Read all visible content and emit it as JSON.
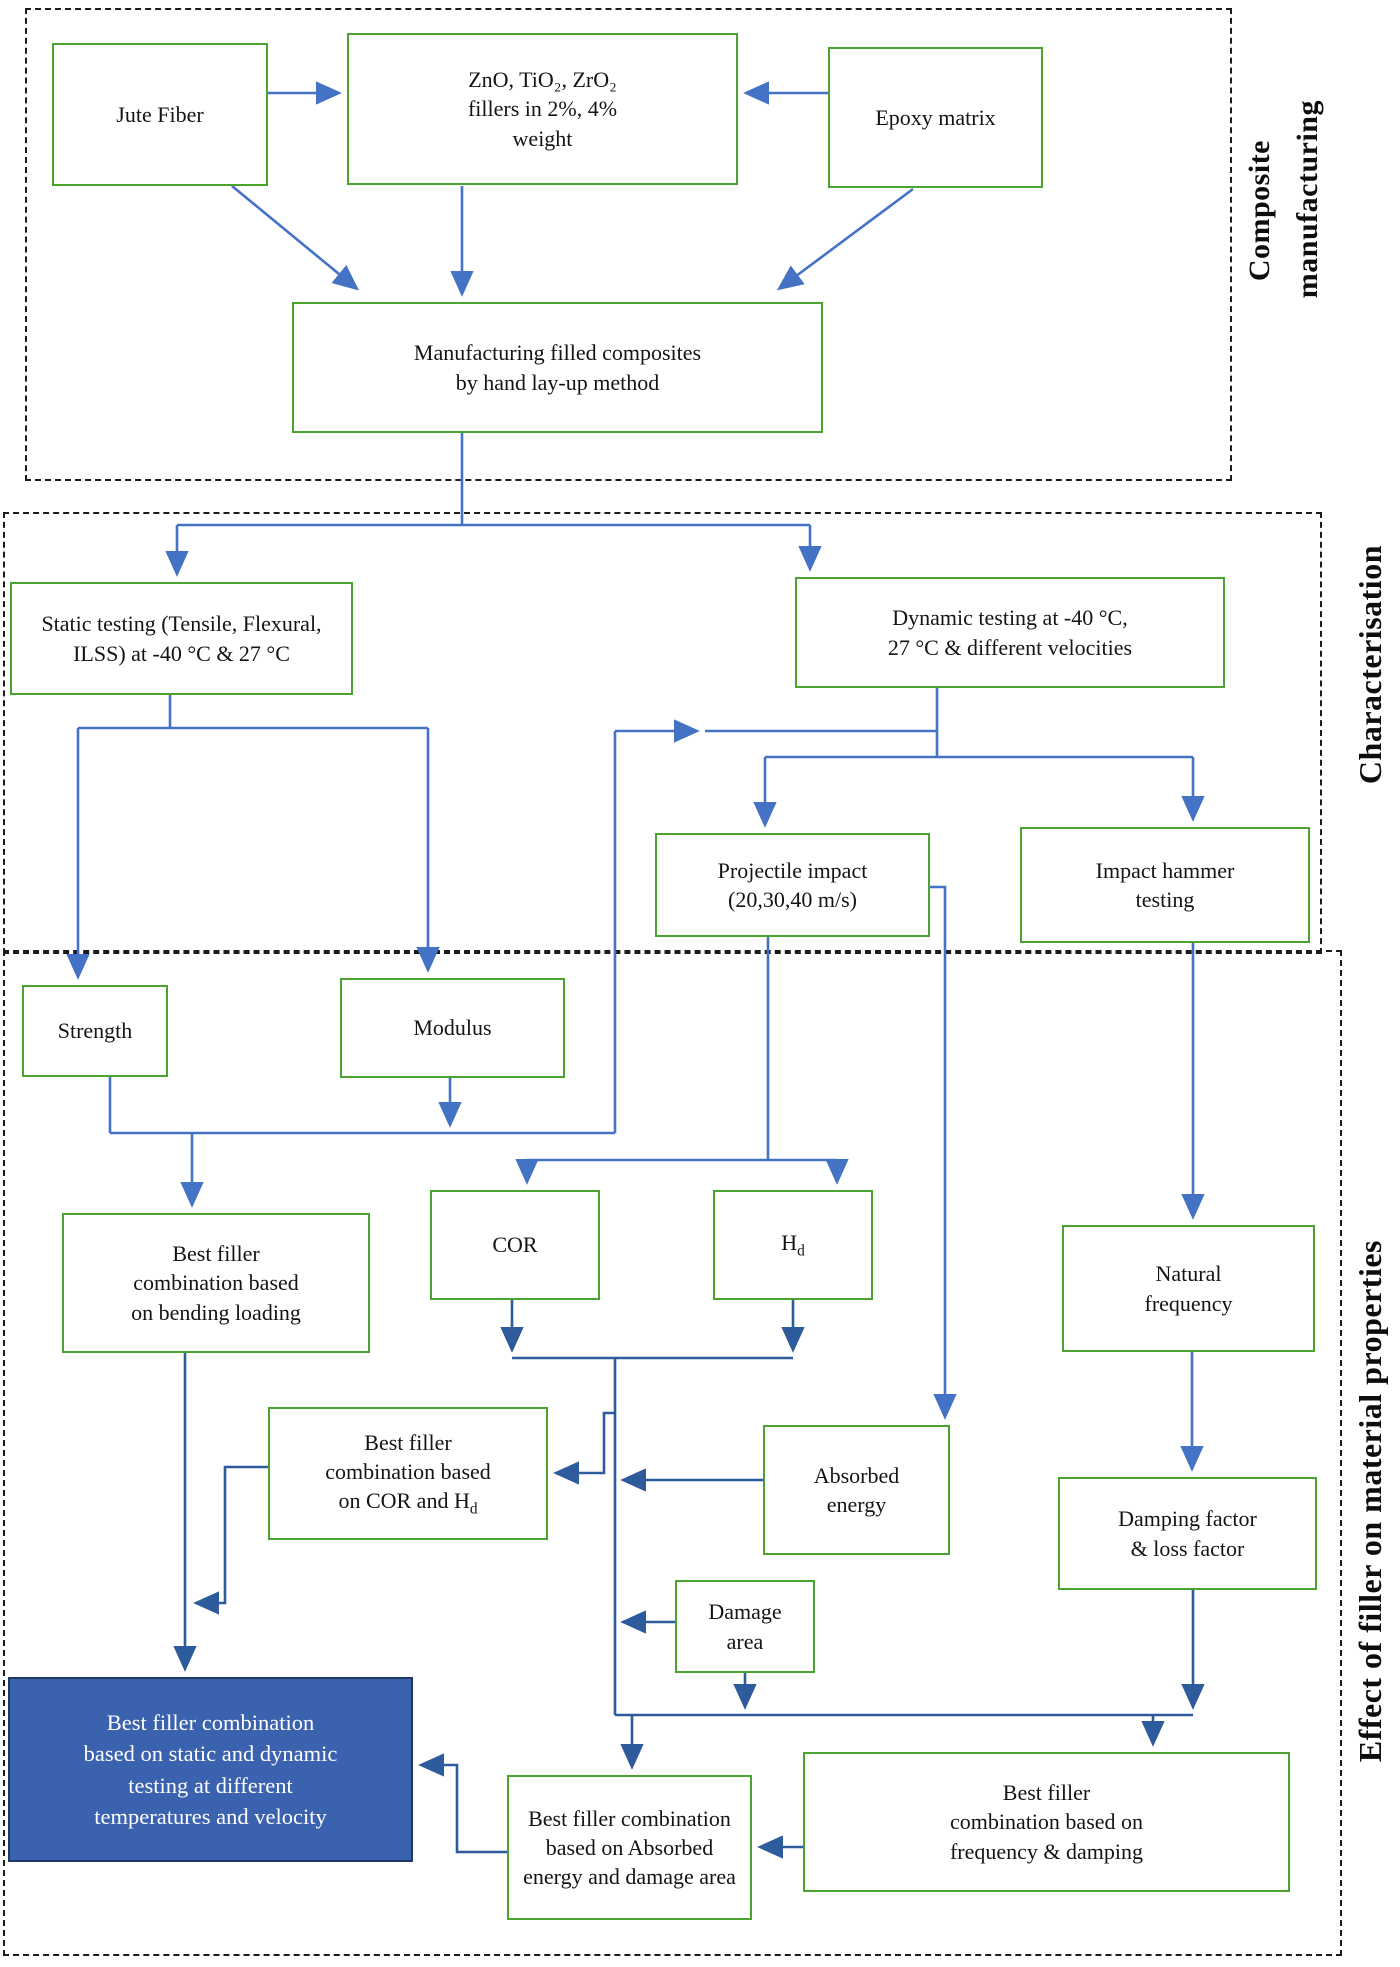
{
  "sections": {
    "composite": {
      "line1": "Composite",
      "line2": "manufacturing"
    },
    "characterisation": {
      "label": "Characterisation"
    },
    "effect": {
      "label": "Effect of filler on material properties"
    }
  },
  "boxes": {
    "jute": {
      "text": "Jute Fiber"
    },
    "fillers": {
      "text": "ZnO, TiO₂, ZrO₂\nfillers in 2%, 4%\nweight"
    },
    "epoxy": {
      "text": "Epoxy matrix"
    },
    "manufacturing": {
      "text": "Manufacturing filled composites\nby hand lay-up method"
    },
    "static_testing": {
      "text": "Static testing (Tensile, Flexural,\nILSS) at -40 °C & 27 °C"
    },
    "dynamic_testing": {
      "text": "Dynamic testing at -40 °C,\n27 °C & different velocities"
    },
    "projectile": {
      "text": "Projectile impact\n(20,30,40 m/s)"
    },
    "impact_hammer": {
      "text": "Impact hammer\ntesting"
    },
    "strength": {
      "text": "Strength"
    },
    "modulus": {
      "text": "Modulus"
    },
    "best_bending": {
      "text": "Best filler\ncombination based\non bending loading"
    },
    "cor": {
      "text": "COR"
    },
    "hd": {
      "main": "H",
      "sub": "d"
    },
    "natural_frequency": {
      "text": "Natural\nfrequency"
    },
    "best_cor_hd": {
      "pre": "Best filler\ncombination based\non COR and H",
      "sub": "d"
    },
    "absorbed_energy": {
      "text": "Absorbed\nenergy"
    },
    "damping": {
      "text": "Damping factor\n& loss factor"
    },
    "damage_area": {
      "text": "Damage\narea"
    },
    "best_static_dynamic": {
      "text": "Best filler combination\nbased on static and dynamic\ntesting at different\ntemperatures and velocity"
    },
    "best_absorbed": {
      "text": "Best filler combination\nbased on Absorbed\nenergy and damage area"
    },
    "best_frequency": {
      "text": "Best filler\ncombination based on\nfrequency & damping"
    }
  },
  "colors": {
    "box_border_green": "#4CA32E",
    "arrow_blue": "#4472C4",
    "arrow_dark_blue": "#2E5B9B",
    "highlight_box_fill": "#3A62AE",
    "highlight_box_border": "#1F3864",
    "dashed_border": "#1C1C1C"
  }
}
